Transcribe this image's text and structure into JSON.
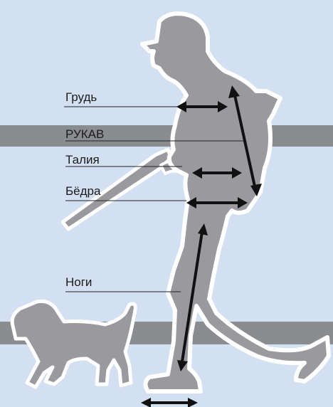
{
  "measurements": {
    "chest": "Грудь",
    "sleeve": "РУКАВ",
    "waist": "Талия",
    "hips": "Бёдра",
    "legs": "Ноги"
  },
  "colors": {
    "background": "#d3e0f1",
    "stripe": "#8a8c90",
    "figure_fill": "#9a9a9e",
    "figure_outline": "#ffffff",
    "arrows": "#111111",
    "leader_lines": "#222222"
  },
  "icons": [
    "hunter-figure-icon",
    "dog-icon",
    "rifle-icon"
  ]
}
